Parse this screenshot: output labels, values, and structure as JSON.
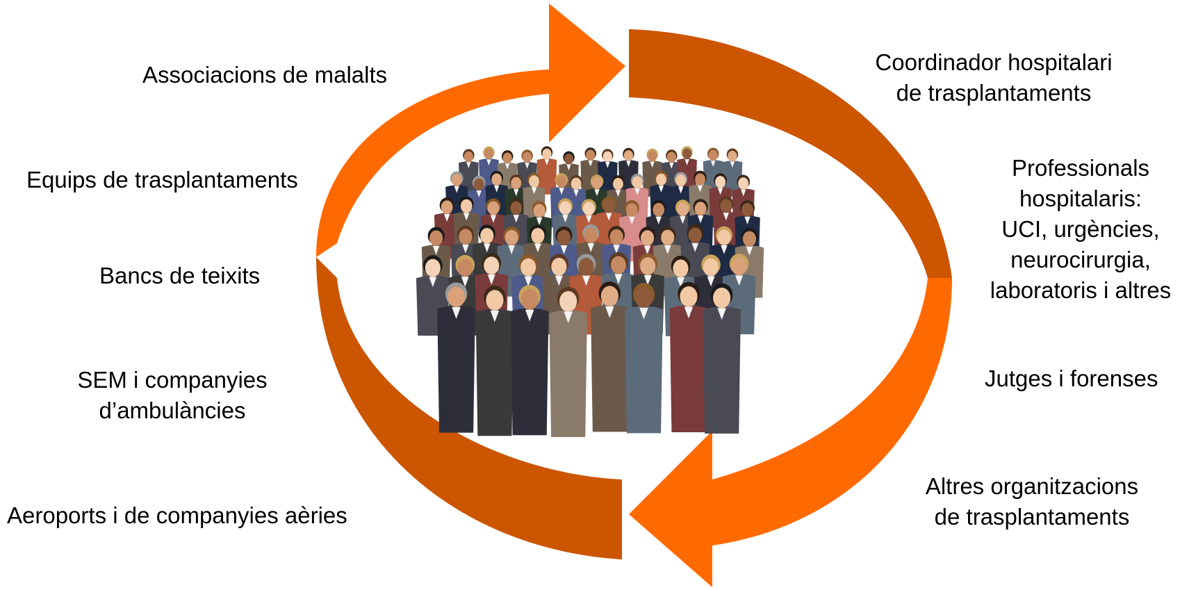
{
  "colors": {
    "arrow_dark": "#CC5500",
    "arrow_light": "#FF6A00",
    "text": "#000000"
  },
  "image": {
    "description_icon": "crowd-photo-icon"
  },
  "left_labels": [
    {
      "lines": [
        "Associacions de malalts"
      ]
    },
    {
      "lines": [
        "Equips de trasplantaments"
      ]
    },
    {
      "lines": [
        "Bancs de teixits"
      ]
    },
    {
      "lines": [
        "SEM i companyies",
        "d’ambulàncies"
      ]
    },
    {
      "lines": [
        "Aeroports i de companyies aèries"
      ]
    }
  ],
  "right_labels": [
    {
      "lines": [
        "Coordinador hospitalari",
        "de trasplantaments"
      ]
    },
    {
      "lines": [
        "Professionals",
        "hospitalaris:",
        "UCI, urgències,",
        "neurocirurgia,",
        "laboratoris i altres"
      ]
    },
    {
      "lines": [
        "Jutges i forenses"
      ]
    },
    {
      "lines": [
        "Altres organitzacions",
        "de trasplantaments"
      ]
    }
  ]
}
